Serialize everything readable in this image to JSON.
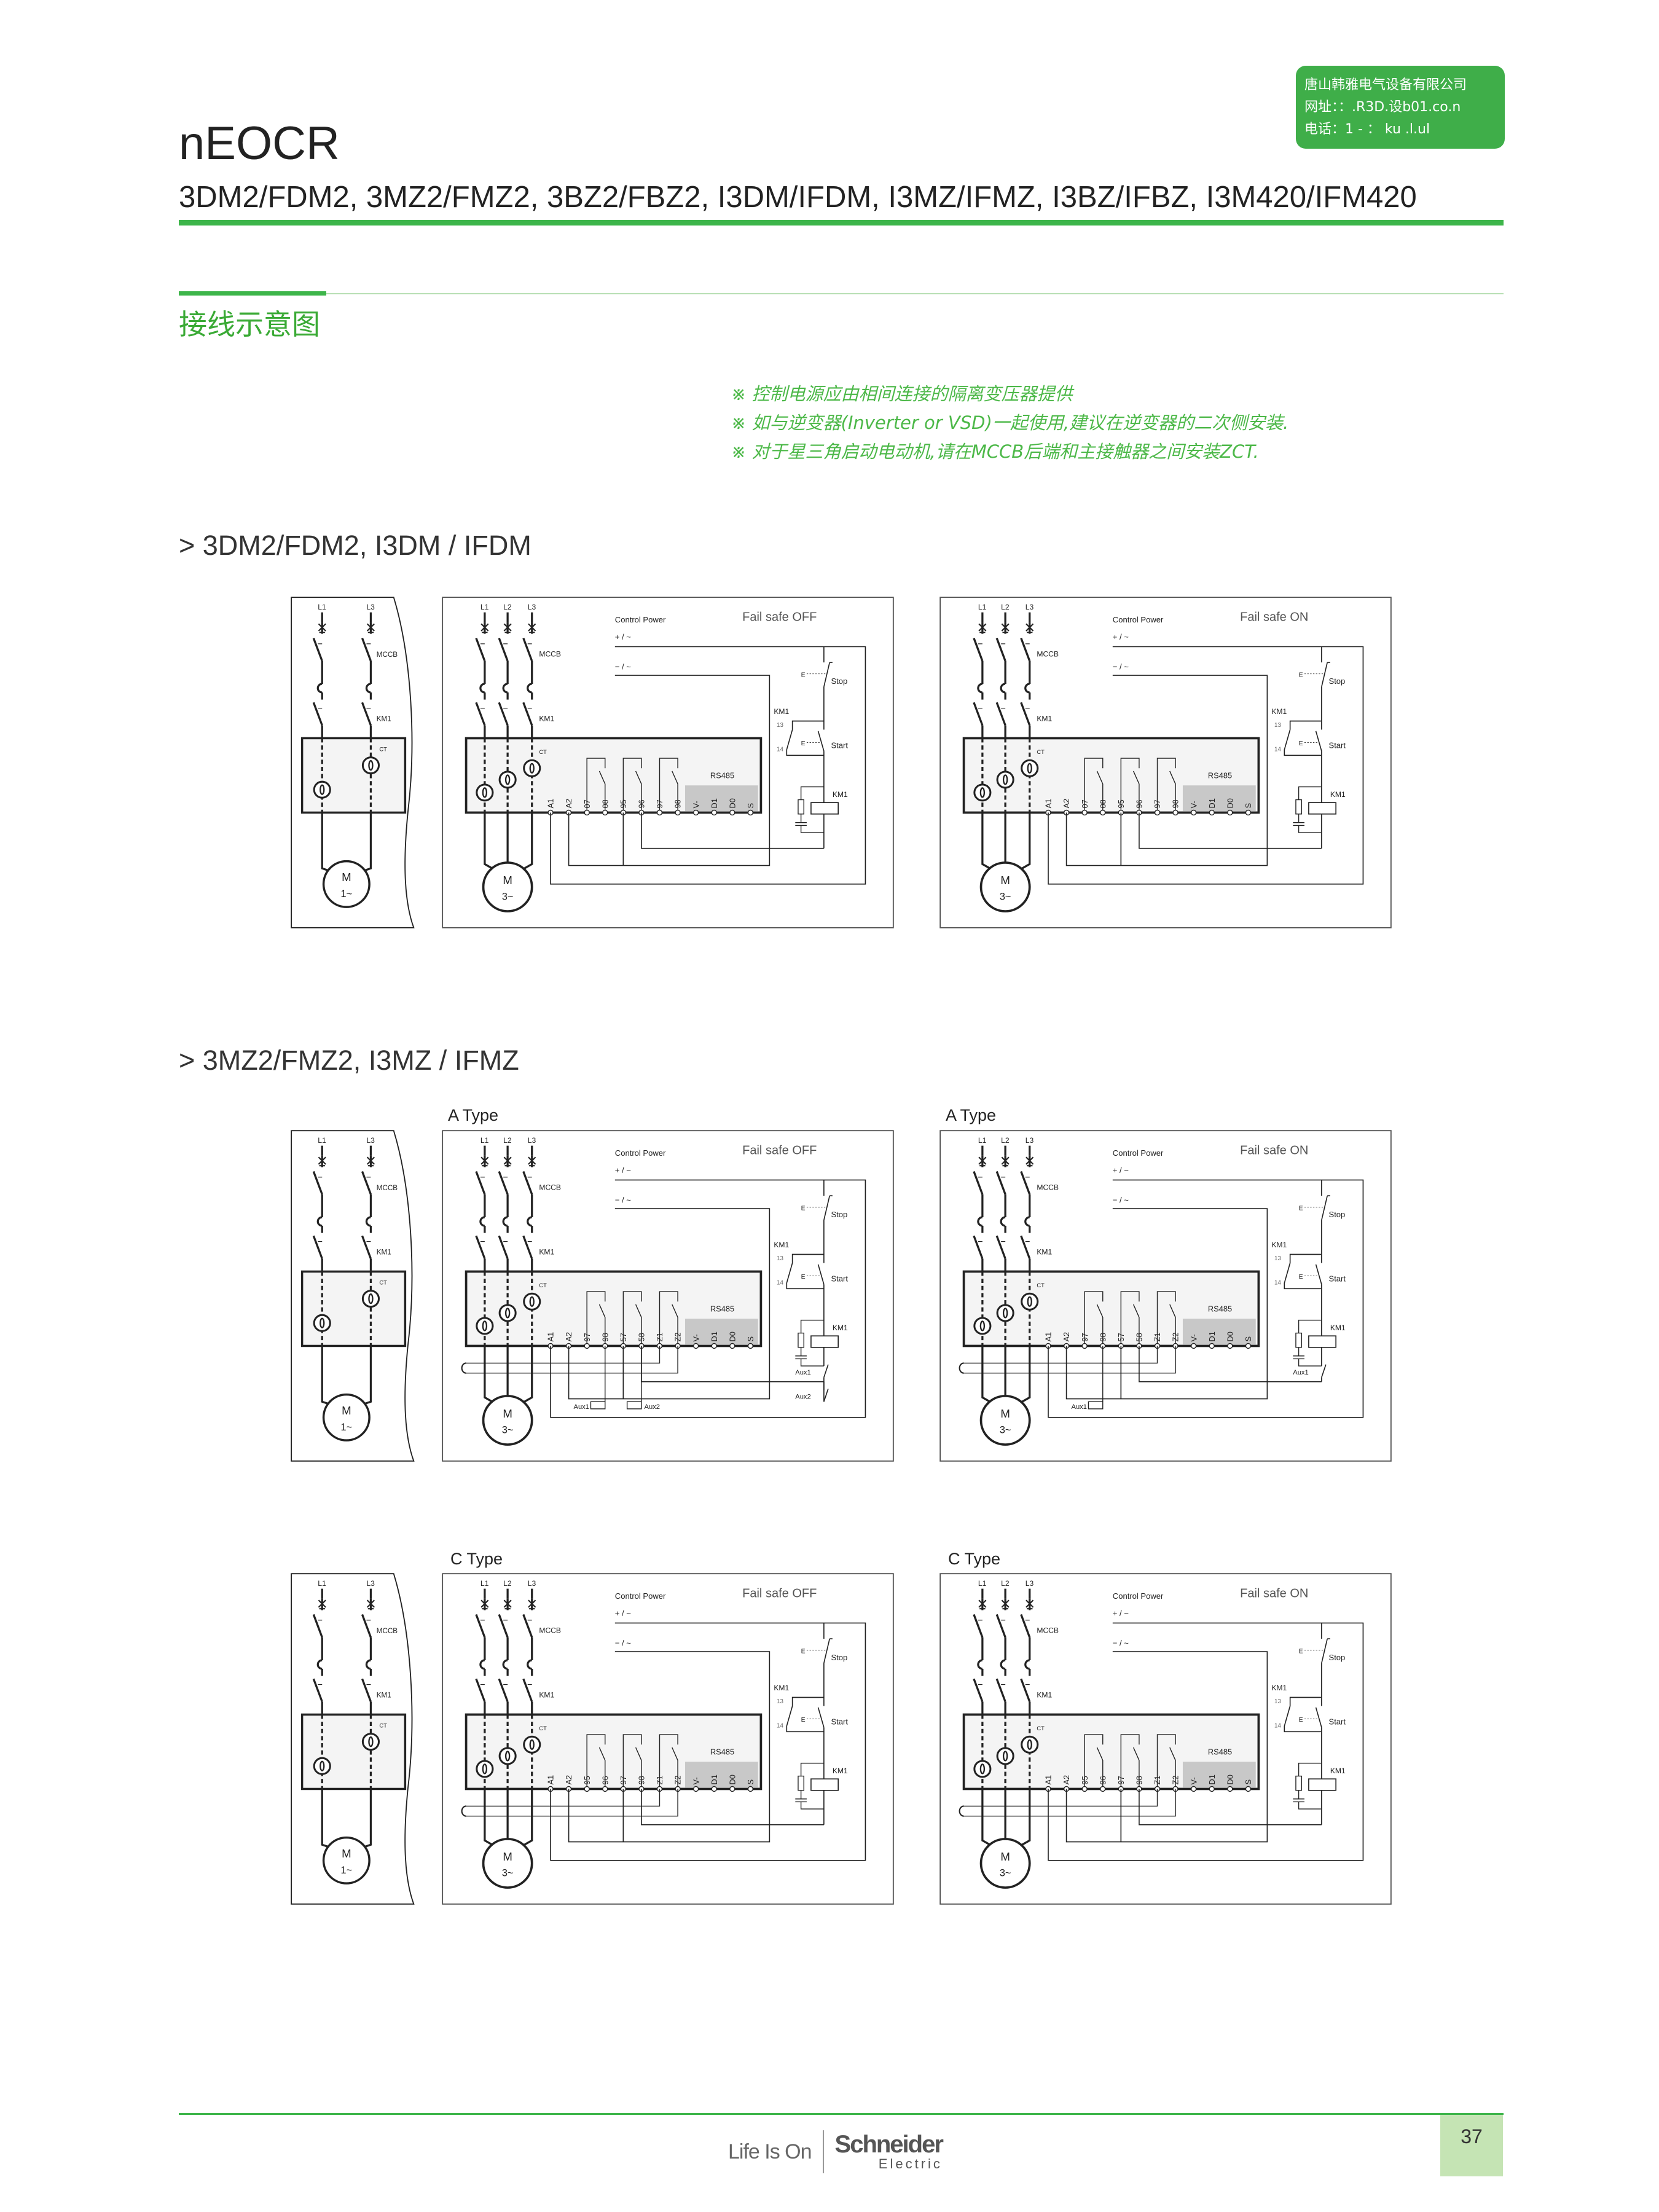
{
  "header": {
    "title": "nEOCR",
    "subtitle": "3DM2/FDM2, 3MZ2/FMZ2, 3BZ2/FBZ2, I3DM/IFDM, I3MZ/IFMZ, I3BZ/IFBZ, I3M420/IFM420",
    "company_box": {
      "name": "唐山韩雅电气设备有限公司",
      "website": "网址：：.R3D.设b01.co.n",
      "phone": "电话：1 - ： ku .l.ul",
      "color": "#3fae49"
    },
    "accent_color": "#3db54a"
  },
  "section_title": "接线示意图",
  "notes": [
    "※ 控制电源应由相间连接的隔离变压器提供",
    "※ 如与逆变器(Inverter or VSD)一起使用,建议在逆变器的二次侧安装.",
    "※ 对于星三角启动电动机,请在MCCB后端和主接触器之间安装ZCT."
  ],
  "sections": [
    {
      "heading": "> 3DM2/FDM2, I3DM / IFDM",
      "rows": [
        {
          "diagrams": [
            {
              "kind": "single",
              "phases": [
                "L1",
                "L3"
              ],
              "mccb": "MCCB",
              "km1": "KM1",
              "ct": "CT",
              "motor": [
                "M",
                "1~"
              ]
            },
            {
              "kind": "main",
              "type_label": "",
              "phases": [
                "L1",
                "L2",
                "L3"
              ],
              "mccb": "MCCB",
              "km1": "KM1",
              "ct": "CT",
              "motor": [
                "M",
                "3~"
              ],
              "control_power": "Control Power",
              "plus": "+ / ~",
              "minus": "− / ~",
              "mode": "Fail safe OFF",
              "terminals": [
                "A1",
                "A2",
                "07",
                "08",
                "95",
                "96",
                "97",
                "98",
                "V-",
                "D1",
                "D0",
                "S"
              ],
              "rs485": "RS485",
              "stop": "Stop",
              "start": "Start",
              "e": "E",
              "km1_aux": "KM1",
              "n13": "13",
              "n14": "14",
              "coil": "KM1",
              "aux_coils": [],
              "aux_contacts": []
            },
            {
              "kind": "main",
              "type_label": "",
              "phases": [
                "L1",
                "L2",
                "L3"
              ],
              "mccb": "MCCB",
              "km1": "KM1",
              "ct": "CT",
              "motor": [
                "M",
                "3~"
              ],
              "control_power": "Control Power",
              "plus": "+ / ~",
              "minus": "− / ~",
              "mode": "Fail safe ON",
              "terminals": [
                "A1",
                "A2",
                "07",
                "08",
                "95",
                "96",
                "97",
                "98",
                "V-",
                "D1",
                "D0",
                "S"
              ],
              "rs485": "RS485",
              "stop": "Stop",
              "start": "Start",
              "e": "E",
              "km1_aux": "KM1",
              "n13": "13",
              "n14": "14",
              "coil": "KM1",
              "aux_coils": [],
              "aux_contacts": []
            }
          ]
        }
      ]
    },
    {
      "heading": "> 3MZ2/FMZ2, I3MZ / IFMZ",
      "rows": [
        {
          "diagrams": [
            {
              "kind": "single",
              "phases": [
                "L1",
                "L3"
              ],
              "mccb": "MCCB",
              "km1": "KM1",
              "ct": "CT",
              "motor": [
                "M",
                "1~"
              ]
            },
            {
              "kind": "main",
              "type_label": "A Type",
              "phases": [
                "L1",
                "L2",
                "L3"
              ],
              "mccb": "MCCB",
              "km1": "KM1",
              "ct": "CT",
              "motor": [
                "M",
                "3~"
              ],
              "control_power": "Control Power",
              "plus": "+ / ~",
              "minus": "− / ~",
              "mode": "Fail safe OFF",
              "terminals": [
                "A1",
                "A2",
                "97",
                "98",
                "57",
                "58",
                "Z1",
                "Z2",
                "V-",
                "D1",
                "D0",
                "S"
              ],
              "rs485": "RS485",
              "stop": "Stop",
              "start": "Start",
              "e": "E",
              "km1_aux": "KM1",
              "n13": "13",
              "n14": "14",
              "coil": "KM1",
              "aux_coils": [
                "Aux1",
                "Aux2"
              ],
              "aux_contacts": [
                "Aux1",
                "Aux2"
              ]
            },
            {
              "kind": "main",
              "type_label": "A Type",
              "phases": [
                "L1",
                "L2",
                "L3"
              ],
              "mccb": "MCCB",
              "km1": "KM1",
              "ct": "CT",
              "motor": [
                "M",
                "3~"
              ],
              "control_power": "Control Power",
              "plus": "+ / ~",
              "minus": "− / ~",
              "mode": "Fail safe ON",
              "terminals": [
                "A1",
                "A2",
                "97",
                "98",
                "57",
                "58",
                "Z1",
                "Z2",
                "V-",
                "D1",
                "D0",
                "S"
              ],
              "rs485": "RS485",
              "stop": "Stop",
              "start": "Start",
              "e": "E",
              "km1_aux": "KM1",
              "n13": "13",
              "n14": "14",
              "coil": "KM1",
              "aux_coils": [
                "Aux1"
              ],
              "aux_contacts": [
                "Aux1"
              ]
            }
          ]
        },
        {
          "diagrams": [
            {
              "kind": "single",
              "phases": [
                "L1",
                "L3"
              ],
              "mccb": "MCCB",
              "km1": "KM1",
              "ct": "CT",
              "motor": [
                "M",
                "1~"
              ]
            },
            {
              "kind": "main",
              "type_label": "C Type",
              "phases": [
                "L1",
                "L2",
                "L3"
              ],
              "mccb": "MCCB",
              "km1": "KM1",
              "ct": "CT",
              "motor": [
                "M",
                "3~"
              ],
              "control_power": "Control Power",
              "plus": "+ / ~",
              "minus": "− / ~",
              "mode": "Fail safe OFF",
              "terminals": [
                "A1",
                "A2",
                "95",
                "96",
                "97",
                "98",
                "Z1",
                "Z2",
                "V-",
                "D1",
                "D0",
                "S"
              ],
              "rs485": "RS485",
              "stop": "Stop",
              "start": "Start",
              "e": "E",
              "km1_aux": "KM1",
              "n13": "13",
              "n14": "14",
              "coil": "KM1",
              "aux_coils": [],
              "aux_contacts": []
            },
            {
              "kind": "main",
              "type_label": "C Type",
              "phases": [
                "L1",
                "L2",
                "L3"
              ],
              "mccb": "MCCB",
              "km1": "KM1",
              "ct": "CT",
              "motor": [
                "M",
                "3~"
              ],
              "control_power": "Control Power",
              "plus": "+ / ~",
              "minus": "− / ~",
              "mode": "Fail safe ON",
              "terminals": [
                "A1",
                "A2",
                "95",
                "96",
                "97",
                "98",
                "Z1",
                "Z2",
                "V-",
                "D1",
                "D0",
                "S"
              ],
              "rs485": "RS485",
              "stop": "Stop",
              "start": "Start",
              "e": "E",
              "km1_aux": "KM1",
              "n13": "13",
              "n14": "14",
              "coil": "KM1",
              "aux_coils": [],
              "aux_contacts": []
            }
          ]
        }
      ]
    }
  ],
  "footer": {
    "slogan": "Life Is On",
    "brand": "Schneider",
    "brand_sub": "Electric",
    "page_number": "37"
  }
}
